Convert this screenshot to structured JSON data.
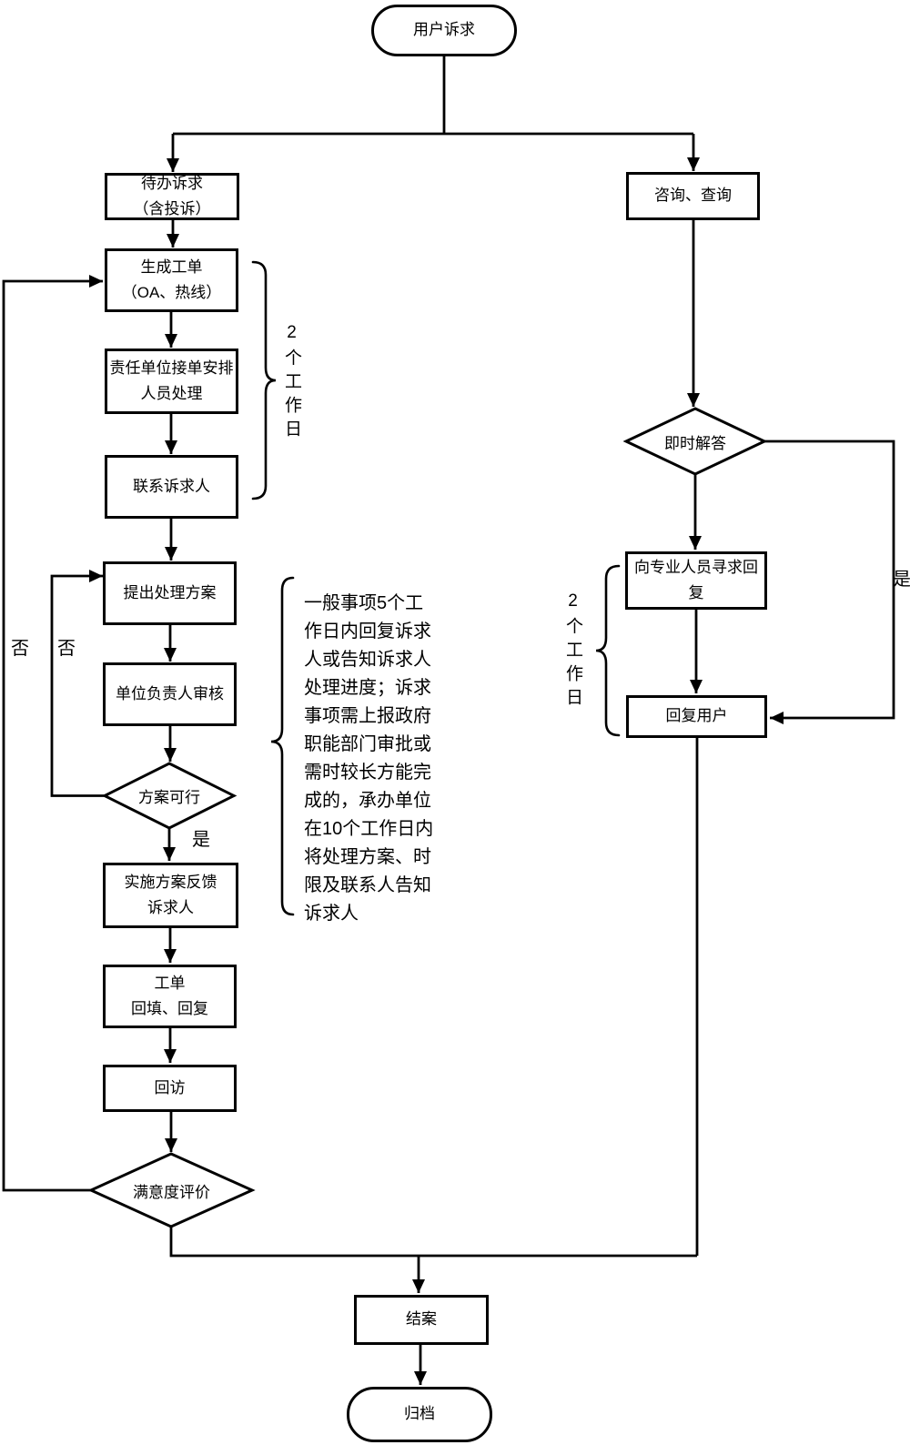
{
  "nodes": {
    "start": "用户诉求",
    "pending_request": "待办诉求\n（含投诉）",
    "create_ticket": "生成工单\n（OA、热线）",
    "assign_staff": "责任单位接单安排\n人员处理",
    "contact_requester": "联系诉求人",
    "propose_plan": "提出处理方案",
    "leader_review": "单位负责人审核",
    "plan_feasible": "方案可行",
    "implement_feedback": "实施方案反馈\n诉求人",
    "ticket_fill_reply": "工单\n回填、回复",
    "follow_up_visit": "回访",
    "satisfaction_eval": "满意度评价",
    "consult_query": "咨询、查询",
    "instant_answer": "即时解答",
    "seek_expert_reply": "向专业人员寻求回复",
    "reply_user": "回复用户",
    "close_case": "结案",
    "archive": "归档"
  },
  "labels": {
    "yes_plan": "是",
    "no_plan": "否",
    "no_satisfaction": "否",
    "yes_instant": "是",
    "brace_left_days": "2个工作日",
    "brace_right_days": "2个工作日",
    "annotation": "一般事项5个工作日内回复诉求人或告知诉求人处理进度；诉求事项需上报政府职能部门审批或需时较长方能完成的，承办单位在10个工作日内将处理方案、时限及联系人告知诉求人"
  },
  "colors": {
    "stroke": "#000000",
    "background": "#ffffff"
  }
}
